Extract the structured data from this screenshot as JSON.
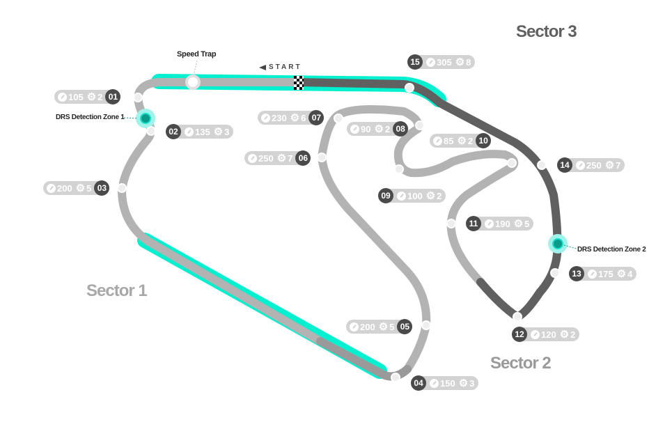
{
  "sectors": [
    "Sector 1",
    "Sector 2",
    "Sector 3"
  ],
  "annotations": {
    "speed_trap": "Speed Trap",
    "start": "START",
    "drs1": "DRS Detection Zone 1",
    "drs2": "DRS Detection Zone 2"
  },
  "colors": {
    "drs": "#00f0d0",
    "sector1": "#b3b3b3",
    "sector2": "#9a9a9a",
    "sector3": "#606060",
    "pill": "#d3d3d3",
    "number": "#4a4a4a"
  },
  "turns": [
    {
      "num": "01",
      "speed": "105",
      "gear": "2"
    },
    {
      "num": "02",
      "speed": "135",
      "gear": "3"
    },
    {
      "num": "03",
      "speed": "200",
      "gear": "5"
    },
    {
      "num": "04",
      "speed": "150",
      "gear": "3"
    },
    {
      "num": "05",
      "speed": "200",
      "gear": "5"
    },
    {
      "num": "06",
      "speed": "250",
      "gear": "7"
    },
    {
      "num": "07",
      "speed": "230",
      "gear": "6"
    },
    {
      "num": "08",
      "speed": "90",
      "gear": "2"
    },
    {
      "num": "09",
      "speed": "100",
      "gear": "2"
    },
    {
      "num": "10",
      "speed": "85",
      "gear": "2"
    },
    {
      "num": "11",
      "speed": "190",
      "gear": "5"
    },
    {
      "num": "12",
      "speed": "120",
      "gear": "2"
    },
    {
      "num": "13",
      "speed": "175",
      "gear": "4"
    },
    {
      "num": "14",
      "speed": "250",
      "gear": "7"
    },
    {
      "num": "15",
      "speed": "305",
      "gear": "8"
    }
  ]
}
